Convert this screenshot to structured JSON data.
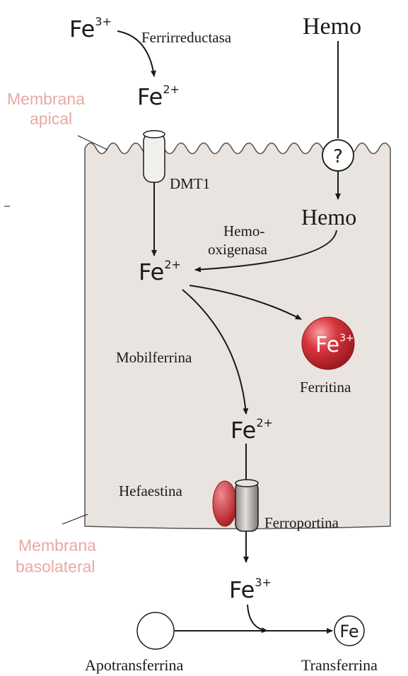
{
  "colors": {
    "cell_fill": "#e9e4df",
    "cell_stroke": "#555555",
    "membrane_label": "#e8a9a4",
    "ferritin_red": "#c9242c",
    "hephaestin_red": "#d0313a",
    "channel_fill": "#f2f0ed",
    "ink": "#1a1a1a"
  },
  "labels": {
    "fe3_top": "Fe",
    "fe3_top_sup": "3+",
    "ferrireductase": "Ferrirreductasa",
    "fe2_apical": "Fe",
    "fe2_apical_sup": "2+",
    "membrane_apical_1": "Membrana",
    "membrane_apical_2": "apical",
    "heme_top": "Hemo",
    "heme_transporter": "?",
    "dmt1": "DMT1",
    "heme_inside": "Hemo",
    "heme_oxygenase_1": "Hemo-",
    "heme_oxygenase_2": "oxigenasa",
    "fe2_center": "Fe",
    "fe2_center_sup": "2+",
    "ferritin_core": "Fe",
    "ferritin_core_sup": "3+",
    "ferritin": "Ferritina",
    "mobilferrin": "Mobilferrina",
    "fe2_lower": "Fe",
    "fe2_lower_sup": "2+",
    "hephaestin": "Hefaestina",
    "ferroportin": "Ferroportina",
    "membrane_basolateral_1": "Membrana",
    "membrane_basolateral_2": "basolateral",
    "fe3_bottom": "Fe",
    "fe3_bottom_sup": "3+",
    "transferrin_core": "Fe",
    "apotransferrin": "Apotransferrina",
    "transferrin": "Transferrina"
  }
}
